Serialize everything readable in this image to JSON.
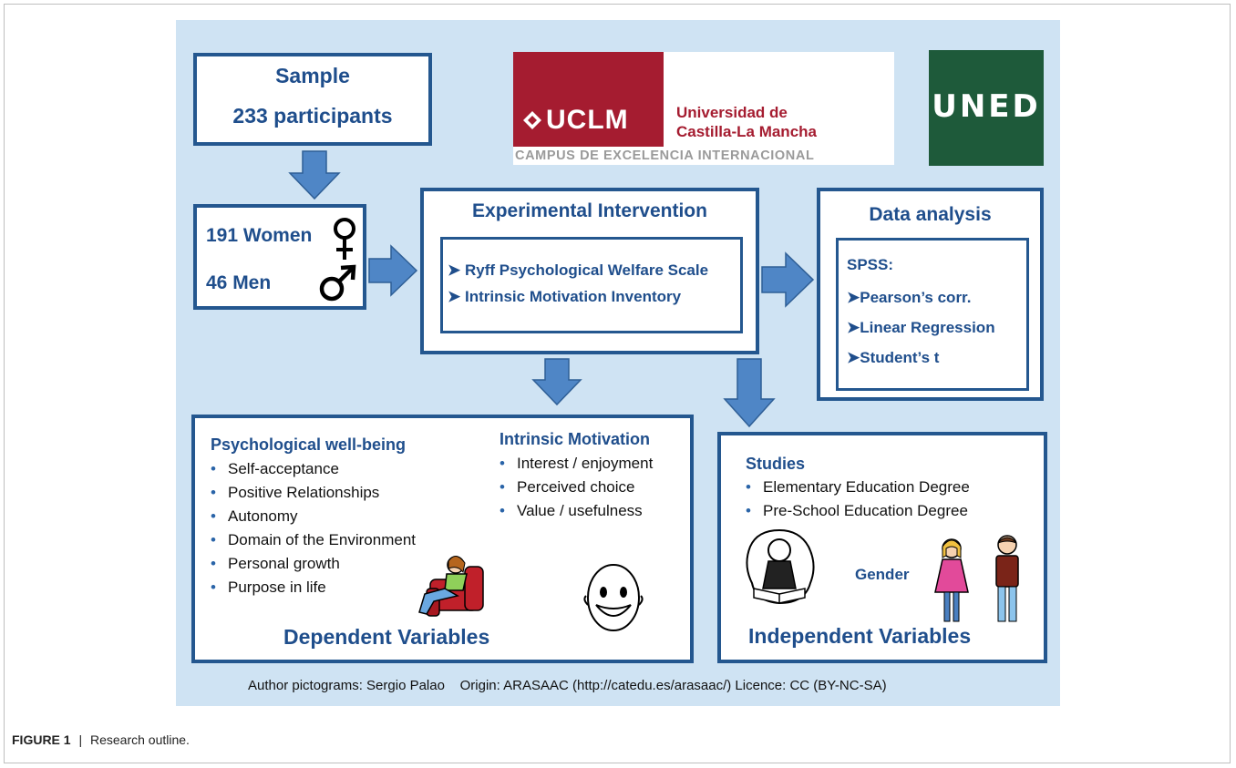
{
  "sample": {
    "title": "Sample",
    "count": "233 participants"
  },
  "logos": {
    "uclm": {
      "wordmark": "UCLM",
      "name_line1": "Universidad de",
      "name_line2": "Castilla-La Mancha",
      "campus": "CAMPUS DE EXCELENCIA INTERNACIONAL"
    },
    "uned": {
      "wordmark": "UNED"
    }
  },
  "gender_split": {
    "women": "191 Women",
    "men": "46 Men",
    "icons": [
      "female-symbol-icon",
      "male-symbol-icon"
    ]
  },
  "intervention": {
    "title": "Experimental Intervention",
    "instruments": [
      "Ryff Psychological Welfare Scale",
      "Intrinsic Motivation Inventory"
    ]
  },
  "analysis": {
    "title": "Data analysis",
    "tool": "SPSS:",
    "tests": [
      "Pearson’s corr.",
      "Linear Regression",
      "Student’s t"
    ]
  },
  "dependent": {
    "wellbeing_title": "Psychological well-being",
    "wellbeing_items": [
      "Self-acceptance",
      "Positive Relationships",
      "Autonomy",
      "Domain of the Environment",
      "Personal growth",
      "Purpose in life"
    ],
    "motivation_title": "Intrinsic Motivation",
    "motivation_items": [
      "Interest / enjoyment",
      "Perceived choice",
      "Value / usefulness"
    ],
    "footer": "Dependent Variables"
  },
  "independent": {
    "studies_title": "Studies",
    "studies_items": [
      "Elementary Education Degree",
      "Pre-School Education Degree"
    ],
    "gender_label": "Gender",
    "footer": "Independent Variables"
  },
  "credits": {
    "author": "Author pictograms: Sergio Palao",
    "origin": "Origin: ARASAAC (http://catedu.es/arasaac/) Licence: CC (BY-NC-SA)"
  },
  "caption": {
    "label": "FIGURE 1",
    "separator": "|",
    "text": "Research outline."
  },
  "colors": {
    "panel": "#cfe3f3",
    "box_border": "#24578f",
    "heading": "#1f4e8c",
    "arrow": "#4f86c6",
    "uclm_red": "#a51c30",
    "uned_green": "#1e5a3a"
  }
}
